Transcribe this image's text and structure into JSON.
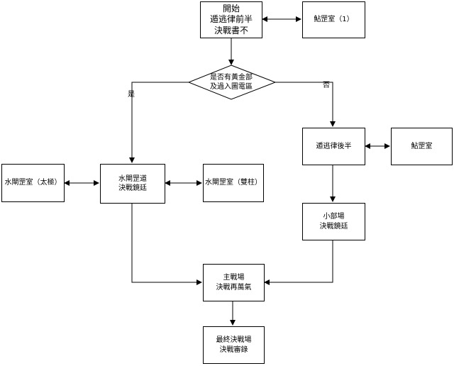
{
  "nodes": {
    "start": {
      "line1": "開始",
      "line2": "遁逃律前半",
      "line3": "決戰書不"
    },
    "room1": {
      "text": "鮎罡室（1）"
    },
    "decision": {
      "line1": "是否有黃金部",
      "line2": "及過入圖電區"
    },
    "yes_label": "是",
    "no_label": "否",
    "water_main": {
      "line1": "水閘罡道",
      "line2": "決戰鏡廷"
    },
    "water_left": {
      "text": "水閘罡室（太極）"
    },
    "water_right": {
      "text": "水閘罡室（雙柱）"
    },
    "escape_back": {
      "text": "遁逃律後半"
    },
    "room2": {
      "text": "鮎罡室"
    },
    "small_arena": {
      "line1": "小部場",
      "line2": "決戰鏡廷"
    },
    "main_arena": {
      "line1": "主戰場",
      "line2": "決戰再萬氣"
    },
    "final": {
      "line1": "最終決戰場",
      "line2": "決戰審錄"
    }
  }
}
